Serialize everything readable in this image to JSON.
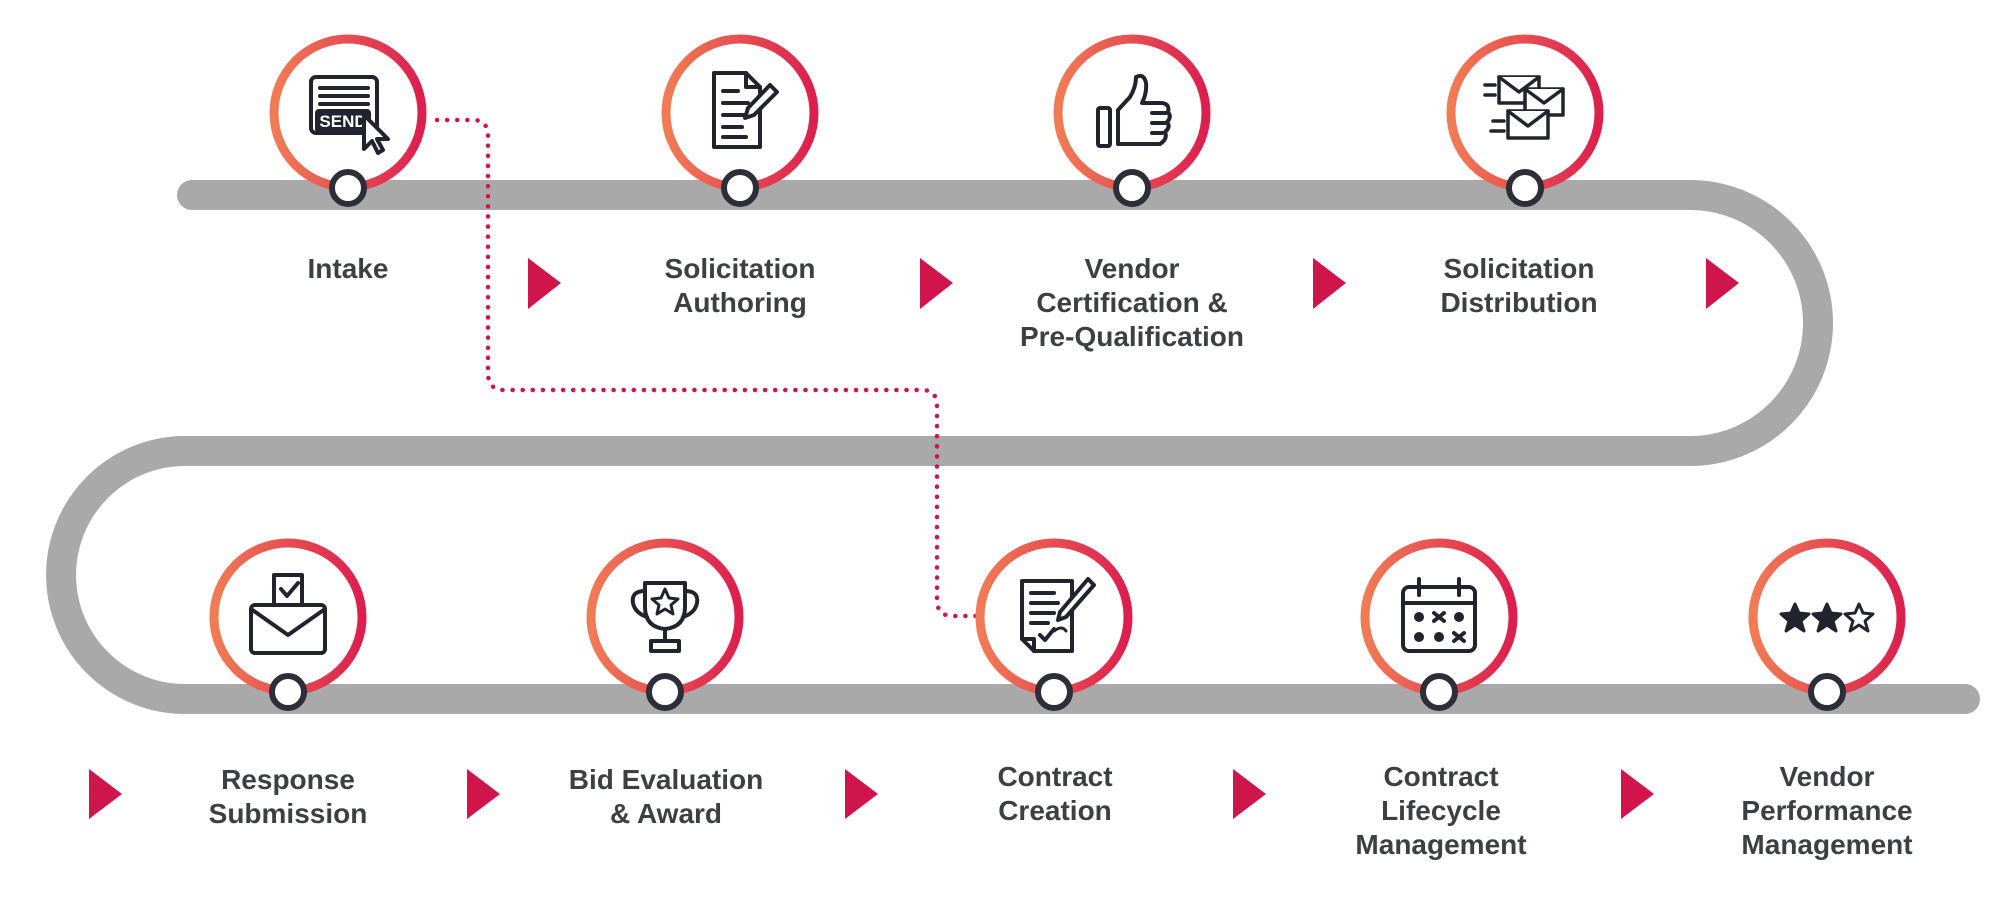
{
  "colors": {
    "track": "#a9a9aa",
    "ring_start": "#f07c55",
    "ring_end": "#dc1f4e",
    "arrow": "#d0144c",
    "dotted_line": "#d0144c",
    "icon": "#23232f",
    "label": "#3e3f44"
  },
  "steps": [
    {
      "id": "intake",
      "icon": "send-icon",
      "label_lines": [
        "Intake"
      ],
      "send_text": "SEND"
    },
    {
      "id": "solicitation-authoring",
      "icon": "document-edit-icon",
      "label_lines": [
        "Solicitation",
        "Authoring"
      ]
    },
    {
      "id": "vendor-certification",
      "icon": "thumbs-up-icon",
      "label_lines": [
        "Vendor",
        "Certification &",
        "Pre-Qualification"
      ]
    },
    {
      "id": "solicitation-distribution",
      "icon": "envelopes-icon",
      "label_lines": [
        "Solicitation",
        "Distribution"
      ]
    },
    {
      "id": "response-submission",
      "icon": "ballot-envelope-icon",
      "label_lines": [
        "Response",
        "Submission"
      ]
    },
    {
      "id": "bid-evaluation",
      "icon": "trophy-icon",
      "label_lines": [
        "Bid Evaluation",
        "& Award"
      ]
    },
    {
      "id": "contract-creation",
      "icon": "contract-sign-icon",
      "label_lines": [
        "Contract",
        "Creation"
      ]
    },
    {
      "id": "contract-lifecycle",
      "icon": "calendar-icon",
      "label_lines": [
        "Contract",
        "Lifecycle",
        "Management"
      ]
    },
    {
      "id": "vendor-performance",
      "icon": "star-rating-icon",
      "label_lines": [
        "Vendor",
        "Performance",
        "Management"
      ]
    }
  ]
}
